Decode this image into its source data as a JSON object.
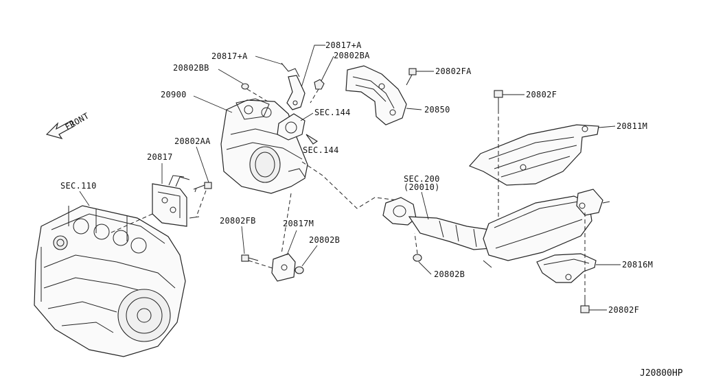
{
  "diagram": {
    "code": "J20800HP",
    "front_label": "FRONT",
    "labels": {
      "sec110": "SEC.110",
      "p20817_left": "20817",
      "p20802AA": "20802AA",
      "p20900": "20900",
      "p20802BB": "20802BB",
      "p20817A_1": "20817+A",
      "p20817A_2": "20817+A",
      "p20802BA": "20802BA",
      "p20802FA": "20802FA",
      "sec144_1": "SEC.144",
      "p20850": "20850",
      "sec144_2": "SEC.144",
      "p20802F_top": "20802F",
      "p20811M": "20811M",
      "sec200": "SEC.200",
      "sec200_sub": "(20010)",
      "p20802FB": "20802FB",
      "p20817M": "20817M",
      "p20802B_1": "20802B",
      "p20802B_2": "20802B",
      "p20816M": "20816M",
      "p20802F_bottom": "20802F"
    }
  }
}
